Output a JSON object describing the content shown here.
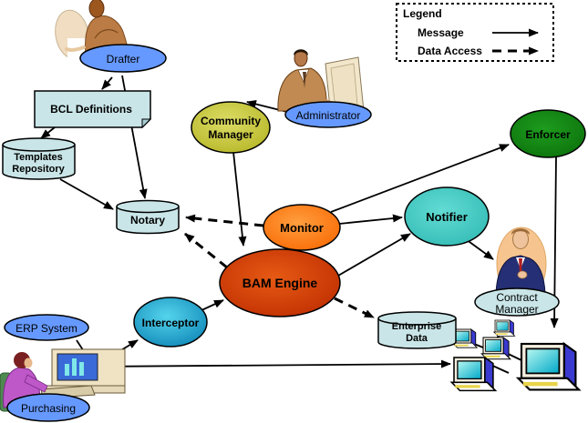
{
  "legend": {
    "title": "Legend",
    "items": [
      {
        "label": "Message",
        "style": "solid-arrow"
      },
      {
        "label": "Data Access",
        "style": "dashed-arrow"
      }
    ]
  },
  "nodes": {
    "drafter": {
      "label": "Drafter",
      "shape": "ellipse",
      "color": "#6699FF",
      "role": "actor"
    },
    "bcl_definitions": {
      "label": "BCL Definitions",
      "shape": "note",
      "color": "#C9E5E8"
    },
    "templates_repository": {
      "line1": "Templates",
      "line2": "Repository",
      "shape": "cylinder",
      "color": "#C9E5E8"
    },
    "notary": {
      "label": "Notary",
      "shape": "cylinder",
      "color": "#C9E5E8"
    },
    "community_manager": {
      "line1": "Community",
      "line2": "Manager",
      "shape": "ellipse",
      "color": "#C3C437"
    },
    "administrator": {
      "label": "Administrator",
      "shape": "ellipse",
      "color": "#6699FF",
      "role": "actor"
    },
    "monitor": {
      "label": "Monitor",
      "shape": "ellipse",
      "color": "#FF7711"
    },
    "bam_engine": {
      "label": "BAM Engine",
      "shape": "ellipse",
      "color": "#CC3300"
    },
    "notifier": {
      "label": "Notifier",
      "shape": "ellipse",
      "color": "#44CCC6"
    },
    "enforcer": {
      "label": "Enforcer",
      "shape": "ellipse",
      "color": "#117711"
    },
    "contract_manager": {
      "line1": "Contract",
      "line2": "Manager",
      "shape": "ellipse",
      "color": "#C9E5E8",
      "role": "actor"
    },
    "interceptor": {
      "label": "Interceptor",
      "shape": "ellipse",
      "color": "#1E9CC8"
    },
    "erp_system": {
      "label": "ERP System",
      "shape": "ellipse",
      "color": "#6699FF"
    },
    "purchasing": {
      "label": "Purchasing",
      "shape": "ellipse",
      "color": "#6699FF",
      "role": "actor"
    },
    "enterprise_data": {
      "line1": "Enterprise",
      "line2": "Data",
      "shape": "cylinder",
      "color": "#C9E5E8"
    }
  },
  "edges": {
    "message": [
      {
        "from": "drafter",
        "to": "bcl_definitions"
      },
      {
        "from": "drafter",
        "to": "notary"
      },
      {
        "from": "bcl_definitions",
        "to": "templates_repository"
      },
      {
        "from": "templates_repository",
        "to": "notary"
      },
      {
        "from": "administrator",
        "to": "community_manager"
      },
      {
        "from": "community_manager",
        "to": "bam_engine"
      },
      {
        "from": "monitor",
        "to": "notifier"
      },
      {
        "from": "monitor",
        "to": "enforcer"
      },
      {
        "from": "bam_engine",
        "to": "notifier"
      },
      {
        "from": "interceptor",
        "to": "bam_engine"
      },
      {
        "from": "notifier",
        "to": "contract_manager"
      },
      {
        "from": "enforcer",
        "to": "workstations"
      },
      {
        "from": "erp_system",
        "to": "junction"
      },
      {
        "from": "purchasing",
        "to": "junction"
      },
      {
        "from": "junction",
        "to": "interceptor"
      },
      {
        "from": "junction",
        "to": "workstations"
      }
    ],
    "data_access": [
      {
        "from": "monitor",
        "to": "notary"
      },
      {
        "from": "bam_engine",
        "to": "notary"
      },
      {
        "from": "bam_engine",
        "to": "enterprise_data"
      }
    ]
  },
  "colors": {
    "actor_blue": "#6699FF",
    "store_cyan": "#C9E5E8",
    "community_yellow": "#C3C437",
    "monitor_orange": "#FF7711",
    "bam_red": "#CC3300",
    "notifier_teal": "#44CCC6",
    "enforcer_green": "#117711",
    "interceptor_teal": "#1E9CC8",
    "line_black": "#000000"
  }
}
